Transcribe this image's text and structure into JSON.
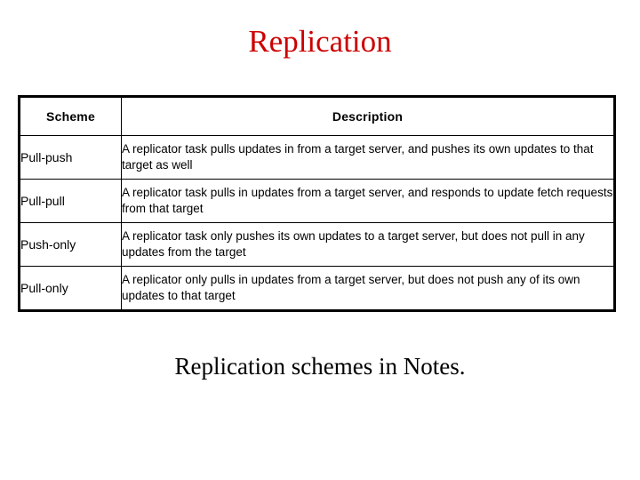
{
  "slide": {
    "title": "Replication",
    "title_color": "#CC0000",
    "caption": "Replication schemes in Notes.",
    "caption_color": "#000000",
    "background_color": "#FFFFFF"
  },
  "table": {
    "border_color": "#000000",
    "headers": {
      "scheme": "Scheme",
      "description": "Description"
    },
    "rows": [
      {
        "scheme": "Pull-push",
        "description": "A replicator task pulls updates in from a target server, and pushes its own updates to that target as well"
      },
      {
        "scheme": "Pull-pull",
        "description": "A replicator task pulls in updates from a target server, and responds to update fetch requests from that target"
      },
      {
        "scheme": "Push-only",
        "description": "A replicator task only pushes its own updates to a target server, but does not pull in any updates from the target"
      },
      {
        "scheme": "Pull-only",
        "description": "A replicator only pulls in updates from a target server, but does not push any of its own updates to that target"
      }
    ]
  }
}
